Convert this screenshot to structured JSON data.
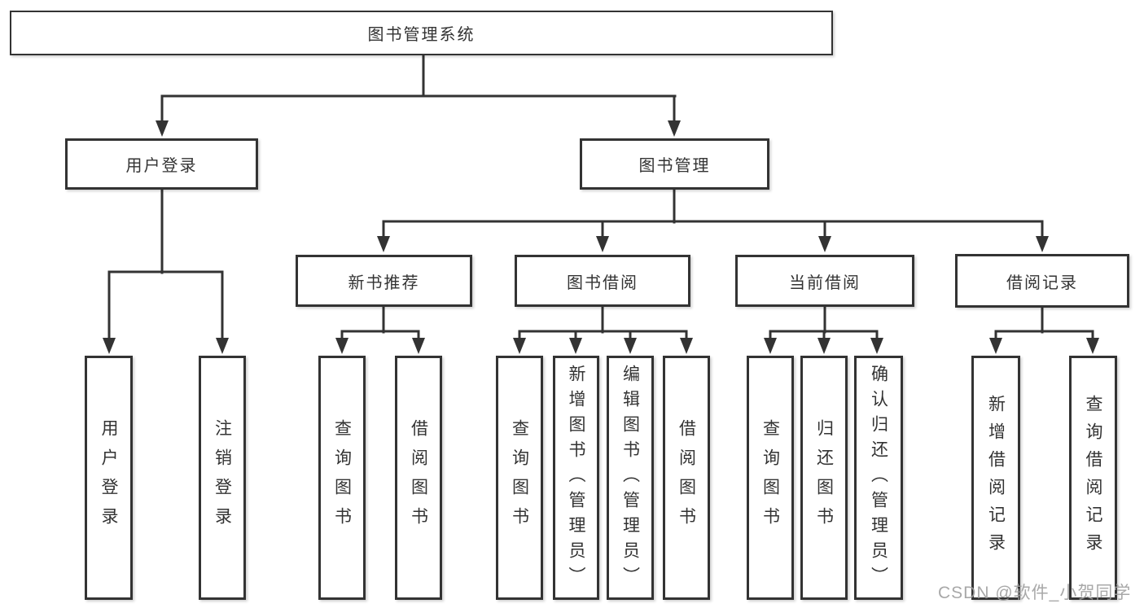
{
  "nodes": {
    "root": {
      "label": "图书管理系统"
    },
    "login": {
      "label": "用户登录"
    },
    "mgmt": {
      "label": "图书管理"
    },
    "newbook": {
      "label": "新书推荐"
    },
    "borrow": {
      "label": "图书借阅"
    },
    "current": {
      "label": "当前借阅"
    },
    "records": {
      "label": "借阅记录"
    },
    "leaf_user_login": {
      "label": "用户登录"
    },
    "leaf_logout": {
      "label": "注销登录"
    },
    "leaf_nb_query": {
      "label": "查询图书"
    },
    "leaf_nb_borrow": {
      "label": "借阅图书"
    },
    "leaf_bw_query": {
      "label": "查询图书"
    },
    "leaf_bw_add": {
      "label": "新增图书（管理员）"
    },
    "leaf_bw_edit": {
      "label": "编辑图书（管理员）"
    },
    "leaf_bw_borrow": {
      "label": "借阅图书"
    },
    "leaf_cur_query": {
      "label": "查询图书"
    },
    "leaf_cur_return": {
      "label": "归还图书"
    },
    "leaf_cur_confirm": {
      "label": "确认归还（管理员）"
    },
    "leaf_rec_add": {
      "label": "新增借阅记录"
    },
    "leaf_rec_query": {
      "label": "查询借阅记录"
    }
  },
  "watermark": {
    "text": "CSDN @软件_小贺同学"
  },
  "colors": {
    "line": "#333333",
    "box_background": "#ffffff",
    "text": "#333333",
    "watermark": "#9e9e9e"
  }
}
